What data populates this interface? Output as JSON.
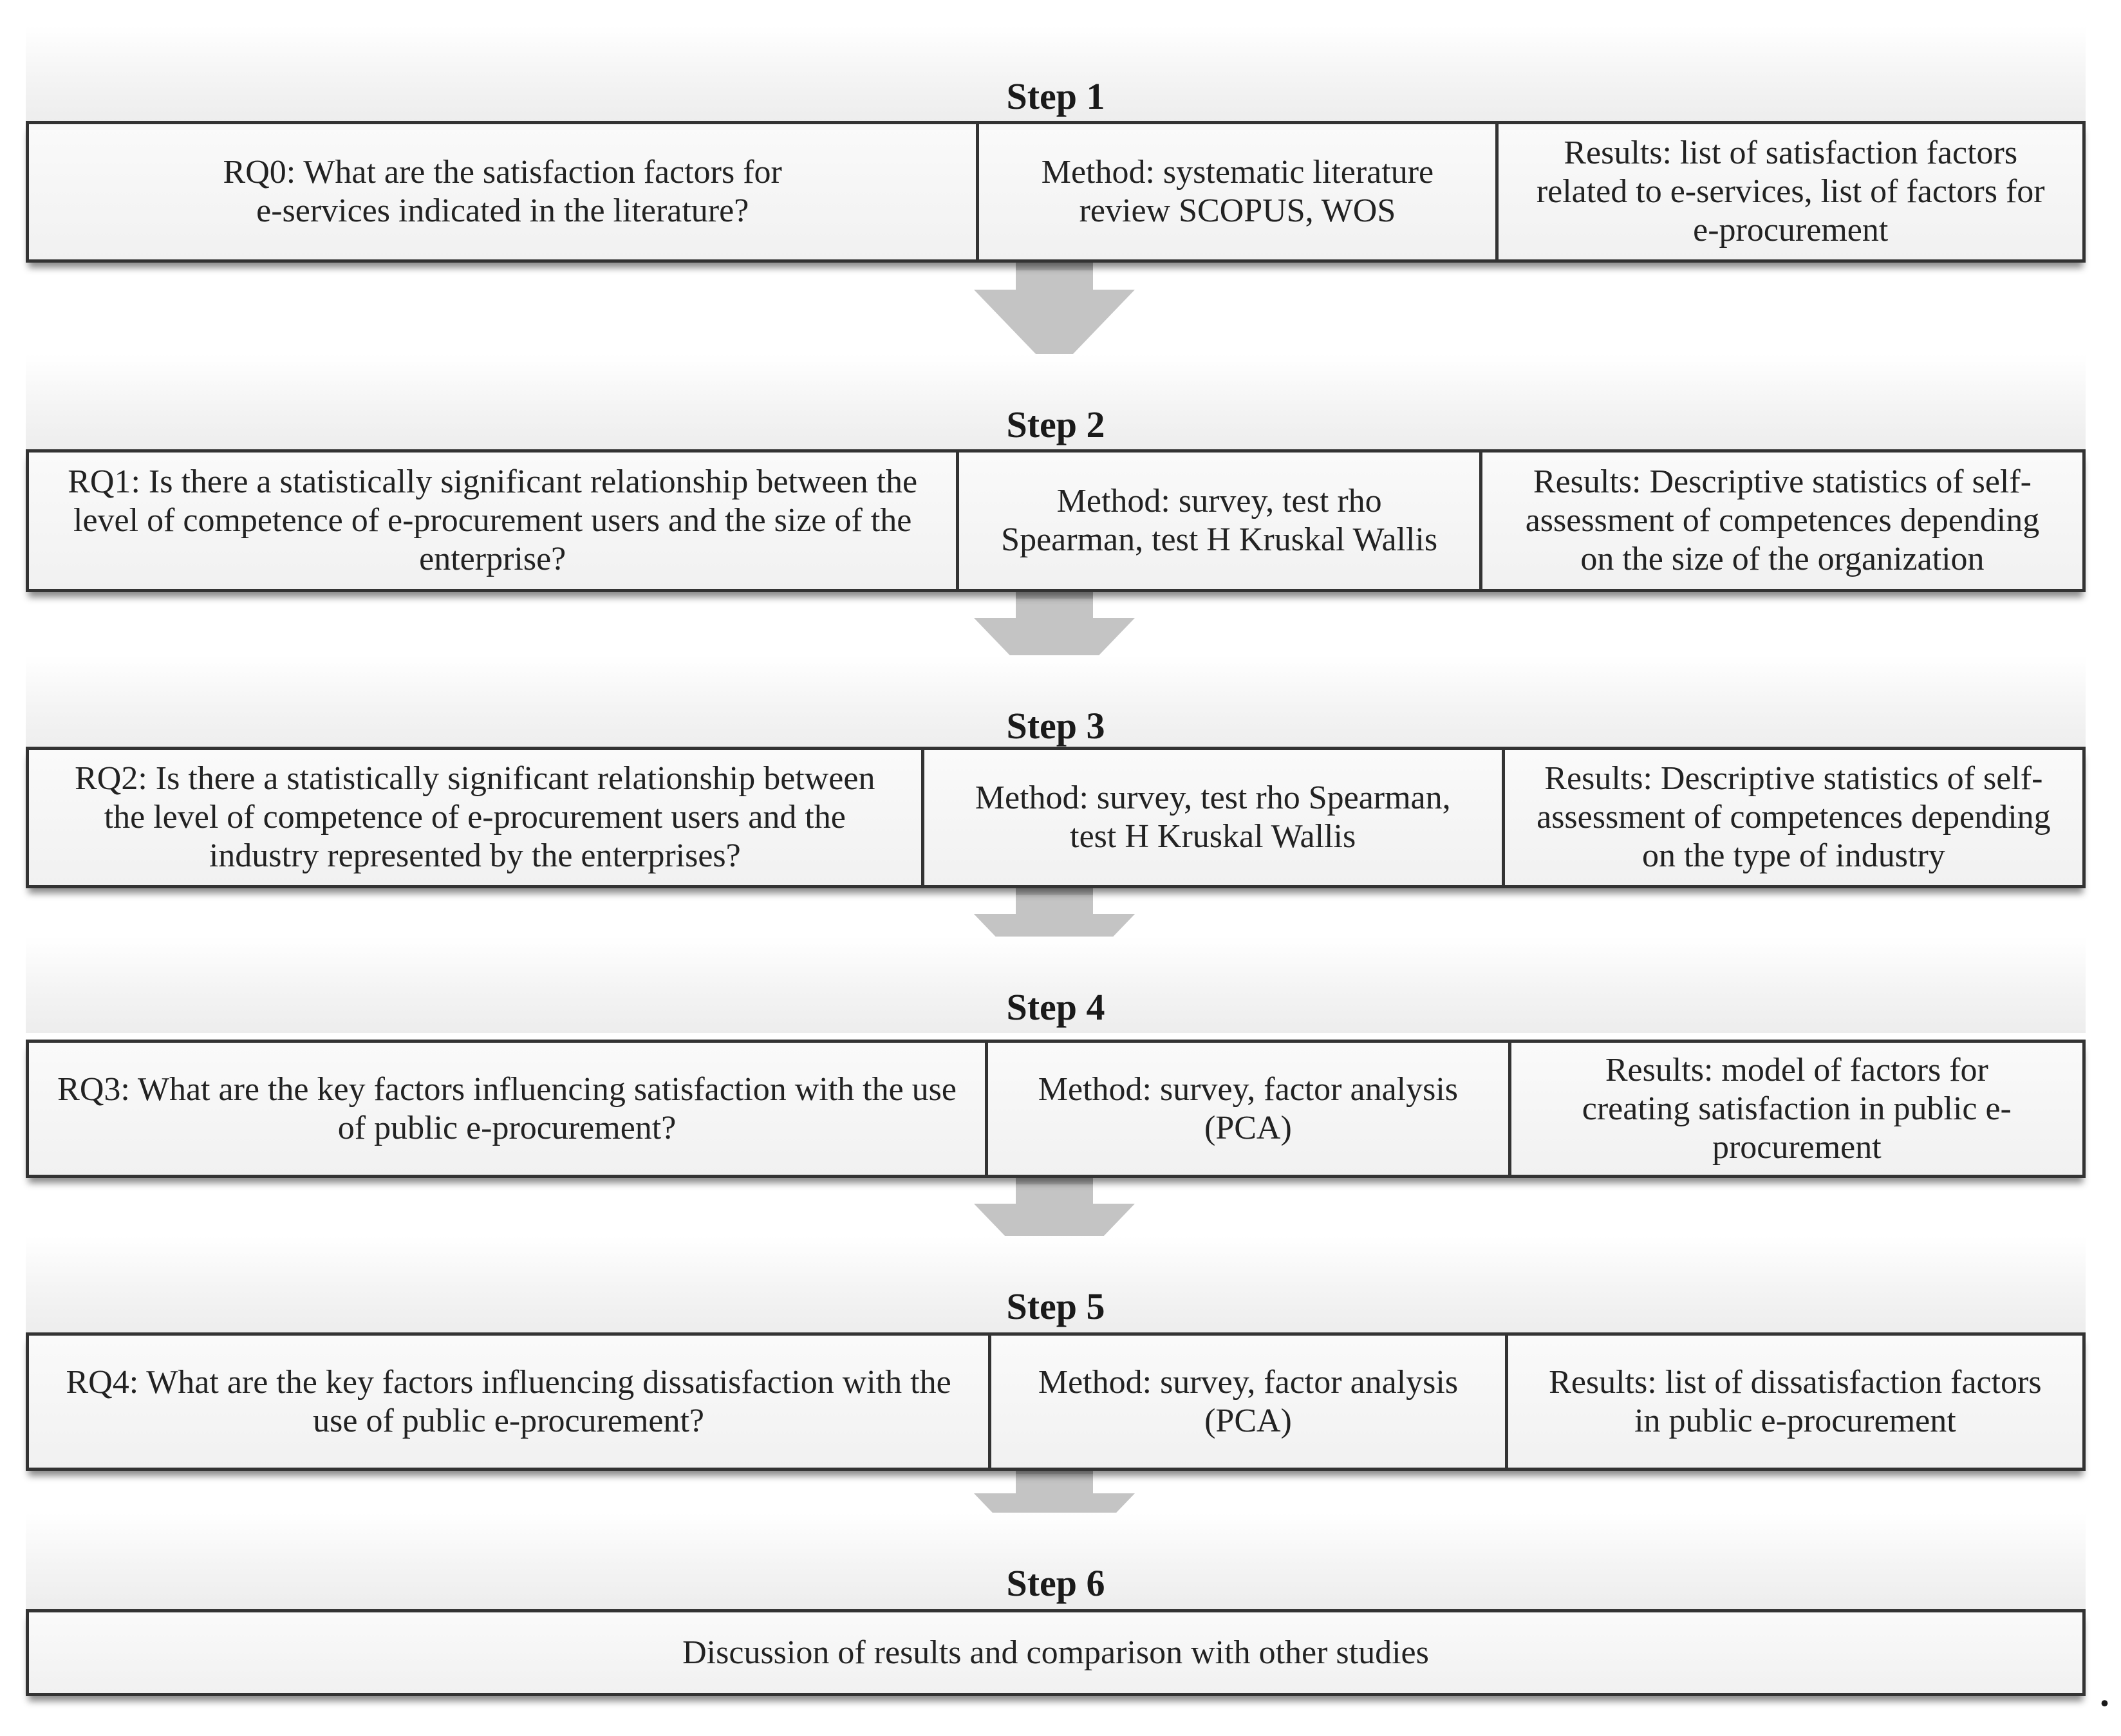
{
  "steps": [
    {
      "title": "Step 1",
      "rq": "RQ0: What are the satisfaction factors for e-services indicated in the literature?",
      "method": "Method: systematic literature review SCOPUS, WOS",
      "results": "Results: list of satisfaction factors related to e-services, list of factors for e-procurement"
    },
    {
      "title": "Step 2",
      "rq": "RQ1: Is there a statistically significant relationship between the level of competence of e-procurement users and the size of the enterprise?",
      "method": "Method: survey, test rho Spearman, test H Kruskal Wallis",
      "results": "Results: Descriptive statistics of self-assessment of competences depending on the size of the organization"
    },
    {
      "title": "Step 3",
      "rq": "RQ2: Is there a statistically significant relationship between the level of competence of e-procurement users and the industry represented by the enterprises?",
      "method": "Method: survey, test rho Spearman, test H Kruskal Wallis",
      "results": "Results: Descriptive statistics of self-assessment of competences depending on the type of industry"
    },
    {
      "title": "Step 4",
      "rq": "RQ3: What are the key factors influencing satisfaction with the use of public e-procurement?",
      "method": "Method: survey, factor analysis (PCA)",
      "results": "Results: model of factors for creating satisfaction in public e-procurement"
    },
    {
      "title": "Step 5",
      "rq": "RQ4: What are the key factors influencing dissatisfaction with the use of public e-procurement?",
      "method": "Method: survey, factor analysis (PCA)",
      "results": "Results: list of dissatisfaction factors in public e-procurement"
    },
    {
      "title": "Step 6",
      "summary": "Discussion of results and comparison with other studies"
    }
  ],
  "trailing_mark": ".",
  "colors": {
    "border": "#333333",
    "arrow": "#bdbdbd",
    "row_background": "#f4f4f4"
  }
}
